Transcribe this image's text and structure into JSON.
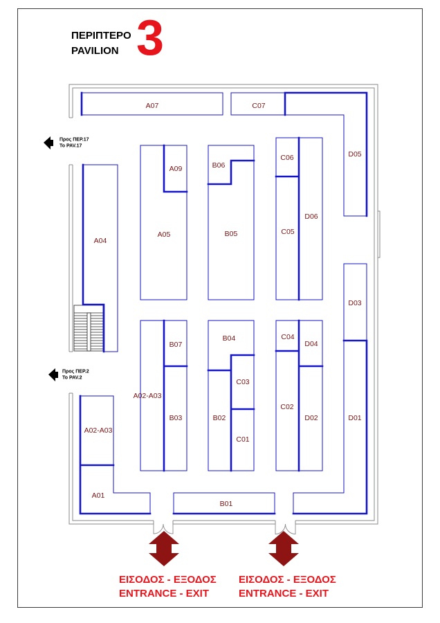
{
  "header": {
    "title_greek": "ΠΕΡΙΠΤΕΡΟ",
    "title_english": "PAVILION",
    "pavilion_number": "3"
  },
  "directions": [
    {
      "greek": "Προς ΠΕΡ.17",
      "english": "To PAV.17"
    },
    {
      "greek": "Προς ΠΕΡ.2",
      "english": "To PAV.2"
    }
  ],
  "booths": [
    "A07",
    "C07",
    "D05",
    "A04",
    "A05",
    "A09",
    "B05",
    "B06",
    "C06",
    "C05",
    "D06",
    "D03",
    "A02-A03",
    "B07",
    "B03",
    "B04",
    "B02",
    "C03",
    "C01",
    "C04",
    "C02",
    "D04",
    "D02",
    "D01",
    "A02-A03",
    "A01",
    "B01"
  ],
  "entrances": [
    {
      "greek": "ΕΙΣΟΔΟΣ - ΕΞΟΔΟΣ",
      "english": "ENTRANCE - EXIT"
    },
    {
      "greek": "ΕΙΣΟΔΟΣ - ΕΞΟΔΟΣ",
      "english": "ENTRANCE - EXIT"
    }
  ],
  "colors": {
    "booth_outline": "#1414c8",
    "booth_label": "#7a1212",
    "accent_red": "#e8141c",
    "exit_arrow": "#8e1414",
    "wall": "#8a8a8a"
  }
}
